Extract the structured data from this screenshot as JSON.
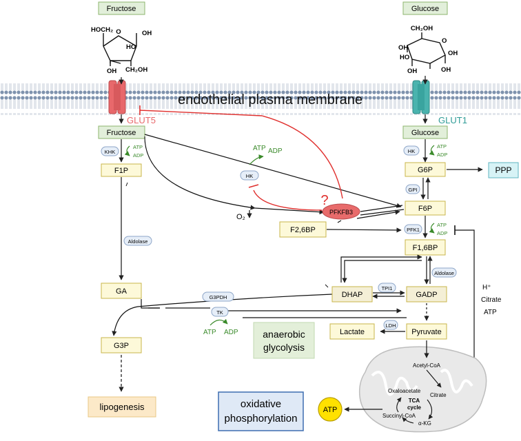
{
  "transporters": {
    "glut5": "GLUT5",
    "glut1": "GLUT1",
    "color_glut5": "#e8686b",
    "color_glut1": "#4ab3ae"
  },
  "membrane_label": "endothelial plasma membrane",
  "fructose_pathway": {
    "outside_label": "Fructose",
    "structure": {
      "ch2oh_top": "HOCH₂",
      "oh_right": "OH",
      "ho_inner": "HO",
      "oh_left": "OH",
      "ch2oh_bottom": "CH₂OH"
    },
    "inside_label": "Fructose",
    "enzyme_khk": "KHK",
    "atp": "ATP",
    "adp": "ADP",
    "f1p": "F1P",
    "enzyme_aldolase": "Aldolase",
    "ga": "GA",
    "enzyme_g3pdh": "G3PDH",
    "g3p": "G3P",
    "lipogenesis": "lipogenesis"
  },
  "glucose_pathway": {
    "outside_label": "Glucose",
    "structure": {
      "ch2oh": "CH₂OH",
      "o": "O",
      "oh_left": "OH",
      "oh_right": "OH",
      "ho_left": "HO",
      "oh_bottom1": "OH",
      "oh_bottom2": "OH"
    },
    "inside_label": "Glucose",
    "enzyme_hk": "HK",
    "atp_hk": "ATP",
    "adp_hk": "ADP",
    "g6p": "G6P",
    "ppp": "PPP",
    "enzyme_gpi": "GPI",
    "f6p": "F6P",
    "enzyme_pfk1": "PFK1",
    "atp_pfk1": "ATP",
    "adp_pfk1": "ADP",
    "f16bp": "F1,6BP",
    "enzyme_aldolase": "Aldolase",
    "dhap": "DHAP",
    "enzyme_tpi1": "TPI1",
    "gadp": "GADP",
    "pyruvate": "Pyruvate",
    "enzyme_ldh": "LDH",
    "lactate": "Lactate"
  },
  "regulation": {
    "pfkfb3": "PFKFB3",
    "question": "?",
    "f26bp": "F2,6BP",
    "o2": "O₂",
    "hk_center": "HK",
    "atp_center": "ATP",
    "adp_center": "ADP",
    "enzyme_tk": "TK",
    "atp_tk": "ATP",
    "adp_tk": "ADP",
    "inhibitors": {
      "h": "H⁺",
      "citrate": "Citrate",
      "atp": "ATP"
    }
  },
  "anaerobic": {
    "line1": "anaerobic",
    "line2": "glycolysis"
  },
  "mitochondria": {
    "acetyl_coa": "Acetyl-CoA",
    "citrate": "Citrate",
    "oxaloacetate": "Oxaloacetate",
    "tca_line1": "TCA",
    "tca_line2": "cycle",
    "succinyl_coa": "Succinyl-CoA",
    "akg": "α-KG"
  },
  "oxidative": {
    "line1": "oxidative",
    "line2": "phosphorylation"
  },
  "atp_circle": "ATP",
  "colors": {
    "green_box_fill": "#e2efda",
    "green_box_stroke": "#8cb66d",
    "yellow_box_fill": "#fdf9d9",
    "yellow_box_stroke": "#c8b54a",
    "tan_box_fill": "#f4efd6",
    "enzyme_fill": "#e6eef8",
    "enzyme_stroke": "#8ea6c8",
    "ppp_fill": "#d7f3f6",
    "ppp_stroke": "#5fb5c2",
    "inhibition_red": "#e0302e",
    "atp_green": "#3a8a2a",
    "pfkfb3_fill": "#e86b6b",
    "lipogenesis_fill": "#fce9c8",
    "anaerobic_fill": "#e3efd9",
    "oxidative_fill": "#dfe9f6",
    "oxidative_stroke": "#3d6db0",
    "atp_circle_fill": "#ffe100"
  }
}
